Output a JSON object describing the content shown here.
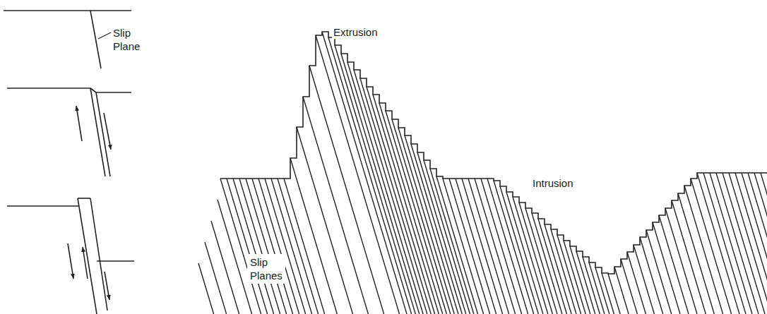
{
  "diagram": {
    "labels": [
      "Slip Plane",
      "Extrusion",
      "Intrusion",
      "Slip Planes"
    ]
  }
}
